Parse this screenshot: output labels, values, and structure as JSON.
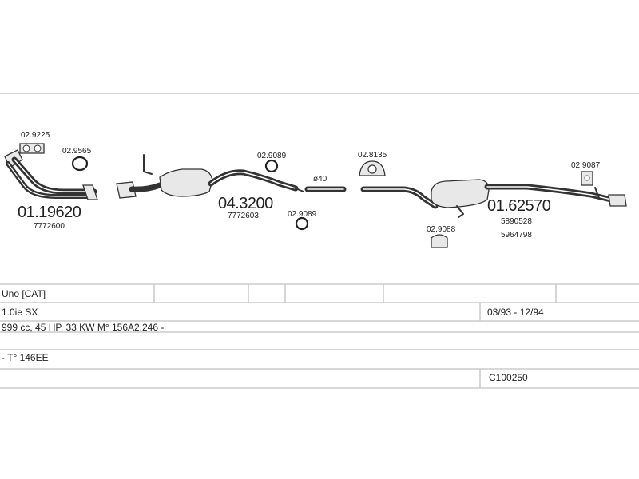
{
  "parts": {
    "downpipe": {
      "ref": "01.19620",
      "oem": "7772600"
    },
    "catalyst": {
      "ref": "04.3200",
      "oem": "7772603"
    },
    "rear_box": {
      "ref": "01.62570",
      "oem_1": "5890528",
      "oem_2": "5964798"
    },
    "gasket": {
      "ref": "02.9225"
    },
    "ring_a": {
      "ref": "02.9565"
    },
    "ring_b": {
      "ref": "02.9089"
    },
    "ring_c": {
      "ref": "02.9089"
    },
    "clamp": {
      "ref": "02.8135"
    },
    "hanger_a": {
      "ref": "02.9088"
    },
    "hanger_b": {
      "ref": "02.9087"
    },
    "diameter": "ø40"
  },
  "table": {
    "model": "Uno  [CAT]",
    "version": "1.0ie SX",
    "years": "03/93 - 12/94",
    "engine": "999 cc, 45 HP, 33 KW M° 156A2.246 -",
    "type": "- T° 146EE",
    "code": "C100250"
  },
  "colors": {
    "line": "#333333",
    "grid": "#cccccc",
    "part_fill": "#e8e8e8"
  }
}
